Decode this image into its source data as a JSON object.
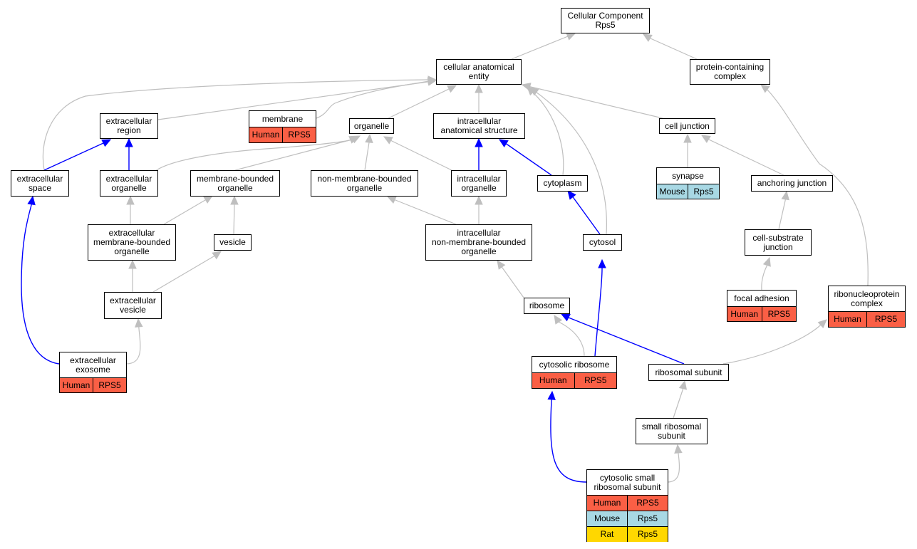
{
  "diagram": {
    "colors": {
      "human": "#fa5f45",
      "mouse": "#a8d8e4",
      "rat": "#ffd700",
      "gray_edge": "#bfbfbf",
      "blue_edge": "#0000ff"
    },
    "nodes": {
      "root": "Cellular Component\nRps5",
      "cae": "cellular anatomical\nentity",
      "pcc": "protein-containing\ncomplex",
      "extracellular_region": "extracellular\nregion",
      "membrane": "membrane",
      "organelle": "organelle",
      "ias": "intracellular\nanatomical structure",
      "cell_junction": "cell junction",
      "extracellular_space": "extracellular\nspace",
      "extracellular_organelle": "extracellular\norganelle",
      "membrane_bounded_organelle": "membrane-bounded\norganelle",
      "non_membrane_bounded_organelle": "non-membrane-bounded\norganelle",
      "intracellular_organelle": "intracellular\norganelle",
      "cytoplasm": "cytoplasm",
      "synapse": "synapse",
      "anchoring_junction": "anchoring junction",
      "ex_mb_organelle": "extracellular\nmembrane-bounded\norganelle",
      "vesicle": "vesicle",
      "intracellular_nmbo": "intracellular\nnon-membrane-bounded\norganelle",
      "cytosol": "cytosol",
      "cell_substrate_junction": "cell-substrate\njunction",
      "extracellular_vesicle": "extracellular\nvesicle",
      "ribosome": "ribosome",
      "focal_adhesion": "focal adhesion",
      "rnp_complex": "ribonucleoprotein\ncomplex",
      "extracellular_exosome": "extracellular\nexosome",
      "cytosolic_ribosome": "cytosolic ribosome",
      "ribosomal_subunit": "ribosomal subunit",
      "small_ribosomal_subunit": "small ribosomal\nsubunit",
      "cytosolic_small_ribosomal_subunit": "cytosolic small\nribosomal subunit"
    },
    "annotations": {
      "membrane": [
        [
          "Human",
          "RPS5"
        ]
      ],
      "synapse": [
        [
          "Mouse",
          "Rps5"
        ]
      ],
      "focal_adhesion": [
        [
          "Human",
          "RPS5"
        ]
      ],
      "rnp_complex": [
        [
          "Human",
          "RPS5"
        ]
      ],
      "extracellular_exosome": [
        [
          "Human",
          "RPS5"
        ]
      ],
      "cytosolic_ribosome": [
        [
          "Human",
          "RPS5"
        ]
      ],
      "cytosolic_small_ribosomal_subunit": [
        [
          "Human",
          "RPS5"
        ],
        [
          "Mouse",
          "Rps5"
        ],
        [
          "Rat",
          "Rps5"
        ]
      ]
    }
  }
}
